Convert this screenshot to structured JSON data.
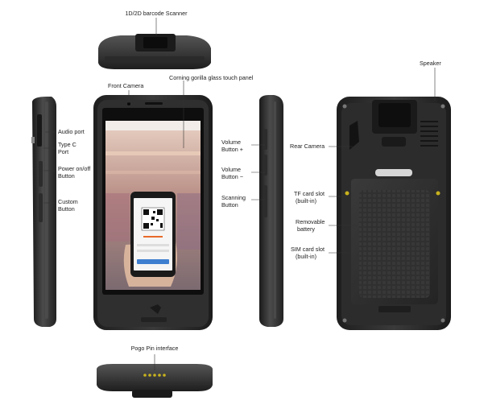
{
  "labels": {
    "scanner": "1D/2D barcode Scanner",
    "front_camera": "Front Camera",
    "glass_panel": "Corning gorilla glass touch panel",
    "speaker": "Speaker",
    "audio_port": "Audio port",
    "typec_line1": "Type C",
    "typec_line2": "Port",
    "power_line1": "Power on/off",
    "power_line2": "Button",
    "custom_line1": "Custom",
    "custom_line2": "Button",
    "volup_line1": "Volume",
    "volup_line2": "Button +",
    "voldown_line1": "Volume",
    "voldown_line2": "Button −",
    "scan_line1": "Scanning",
    "scan_line2": "Button",
    "rear_camera": "Rear Camera",
    "tf_line1": "TF card slot",
    "tf_line2": "(built-in)",
    "battery_line1": "Removable",
    "battery_line2": "battery",
    "sim_line1": "SIM card slot",
    "sim_line2": "(built-in)",
    "pogo": "Pogo Pin interface"
  },
  "colors": {
    "body_dark": "#2b2b2b",
    "body_mid": "#4a4a4a",
    "label_text": "#222222",
    "leader_line": "#333333",
    "screen_blue": "#3f7fd0"
  },
  "icons": [
    "qr-code-icon",
    "camera-lens-icon",
    "speaker-grille-icon",
    "pogo-pin-icon"
  ]
}
